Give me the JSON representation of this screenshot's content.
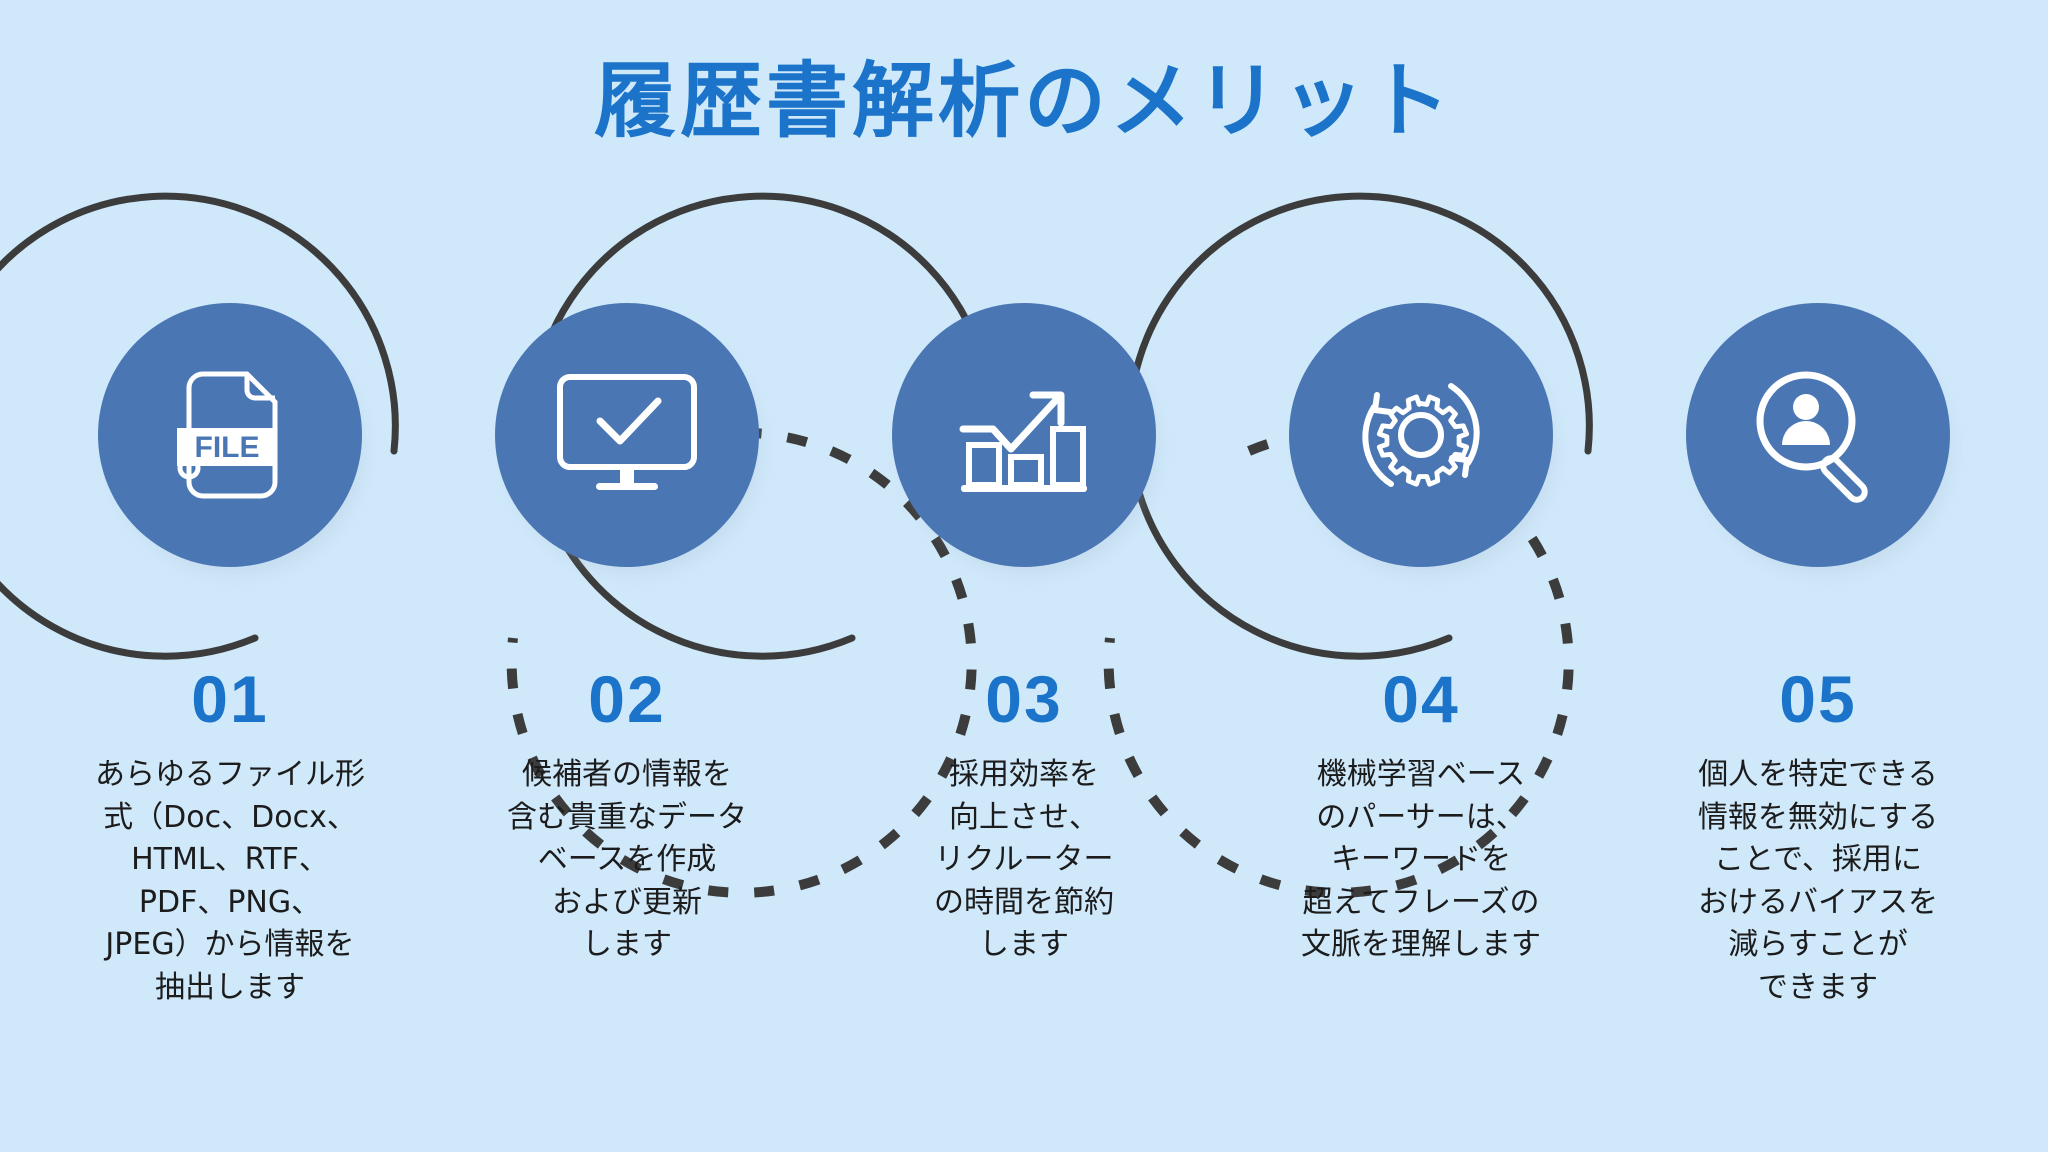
{
  "page": {
    "title": "履歴書解析のメリット",
    "background_color": "#cfe8fa",
    "accent_color": "#1b74c9",
    "disc_color": "#4a77b4",
    "connector_color": "#3c3c3c"
  },
  "steps": [
    {
      "number": "01",
      "icon": "file-document-icon",
      "icon_label": "FILE",
      "description": "あらゆるファイル形\n式（Doc、Docx、\nHTML、RTF、\nPDF、PNG、\nJPEG）から情報を\n抽出します"
    },
    {
      "number": "02",
      "icon": "monitor-check-icon",
      "description": "候補者の情報を\n含む貴重なデータ\nベースを作成\nおよび更新\nします"
    },
    {
      "number": "03",
      "icon": "bar-chart-growth-icon",
      "description": "採用効率を\n向上させ、\nリクルーター\nの時間を節約\nします"
    },
    {
      "number": "04",
      "icon": "gear-refresh-icon",
      "description": "機械学習ベース\nのパーサーは、\nキーワードを\n超えてフレーズの\n文脈を理解します"
    },
    {
      "number": "05",
      "icon": "person-magnifier-icon",
      "description": "個人を特定できる\n情報を無効にする\nことで、採用に\nおけるバイアスを\n減らすことが\nできます"
    }
  ]
}
